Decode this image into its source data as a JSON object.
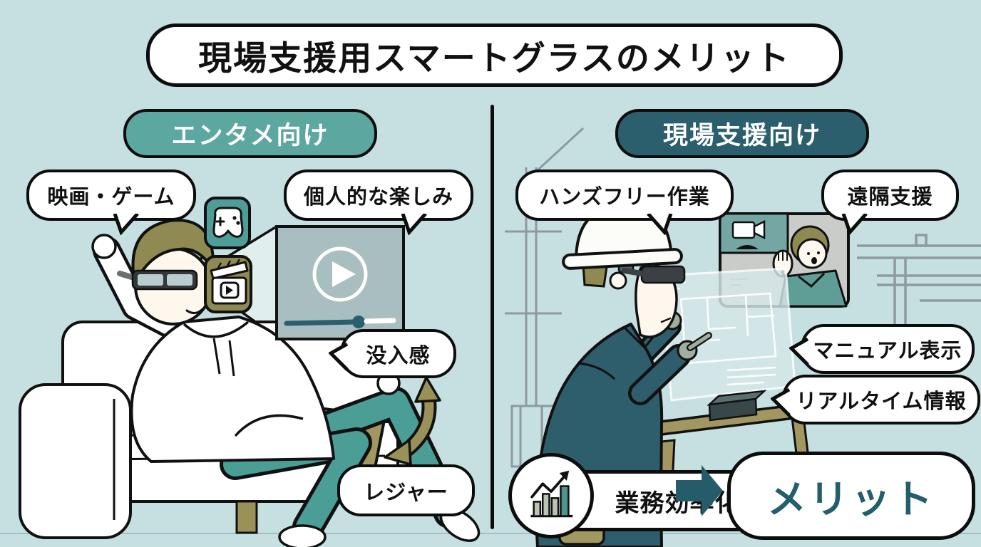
{
  "title": "現場支援用スマートグラスのメリット",
  "left_section": {
    "header": "エンタメ向け",
    "bubbles": {
      "movie_game": "映画・ゲーム",
      "personal_fun": "個人的な楽しみ",
      "immersion": "没入感",
      "leisure": "レジャー"
    }
  },
  "right_section": {
    "header": "現場支援向け",
    "bubbles": {
      "handsfree": "ハンズフリー作業",
      "remote_support": "遠隔支援",
      "manual_display": "マニュアル表示",
      "realtime_info": "リアルタイム情報"
    },
    "efficiency_label": "業務効率化",
    "merit_label": "メリット"
  },
  "icons": {
    "game_controller": "game-controller-icon",
    "movie_clapper": "movie-clapper-icon",
    "video_player": "video-play-icon",
    "video_camera": "video-camera-icon",
    "growth_chart": "growth-chart-icon",
    "merit_arrow": "arrow-right-icon",
    "feedback_arrow": "curved-double-arrow-icon"
  },
  "colors": {
    "background": "#c6e0e1",
    "teal_light": "#5da7a1",
    "teal_dark": "#2b5f6d",
    "olive": "#9a9159",
    "merit_text": "#235e6b"
  }
}
